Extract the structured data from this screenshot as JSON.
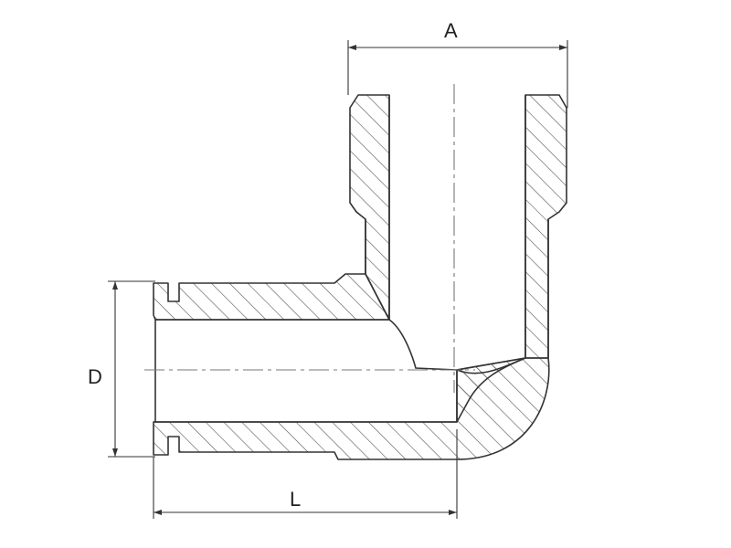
{
  "dimensions": {
    "a_label": "A",
    "d_label": "D",
    "l_label": "L"
  },
  "colors": {
    "line": "#333333",
    "hatch": "#555555",
    "background": "#ffffff"
  }
}
